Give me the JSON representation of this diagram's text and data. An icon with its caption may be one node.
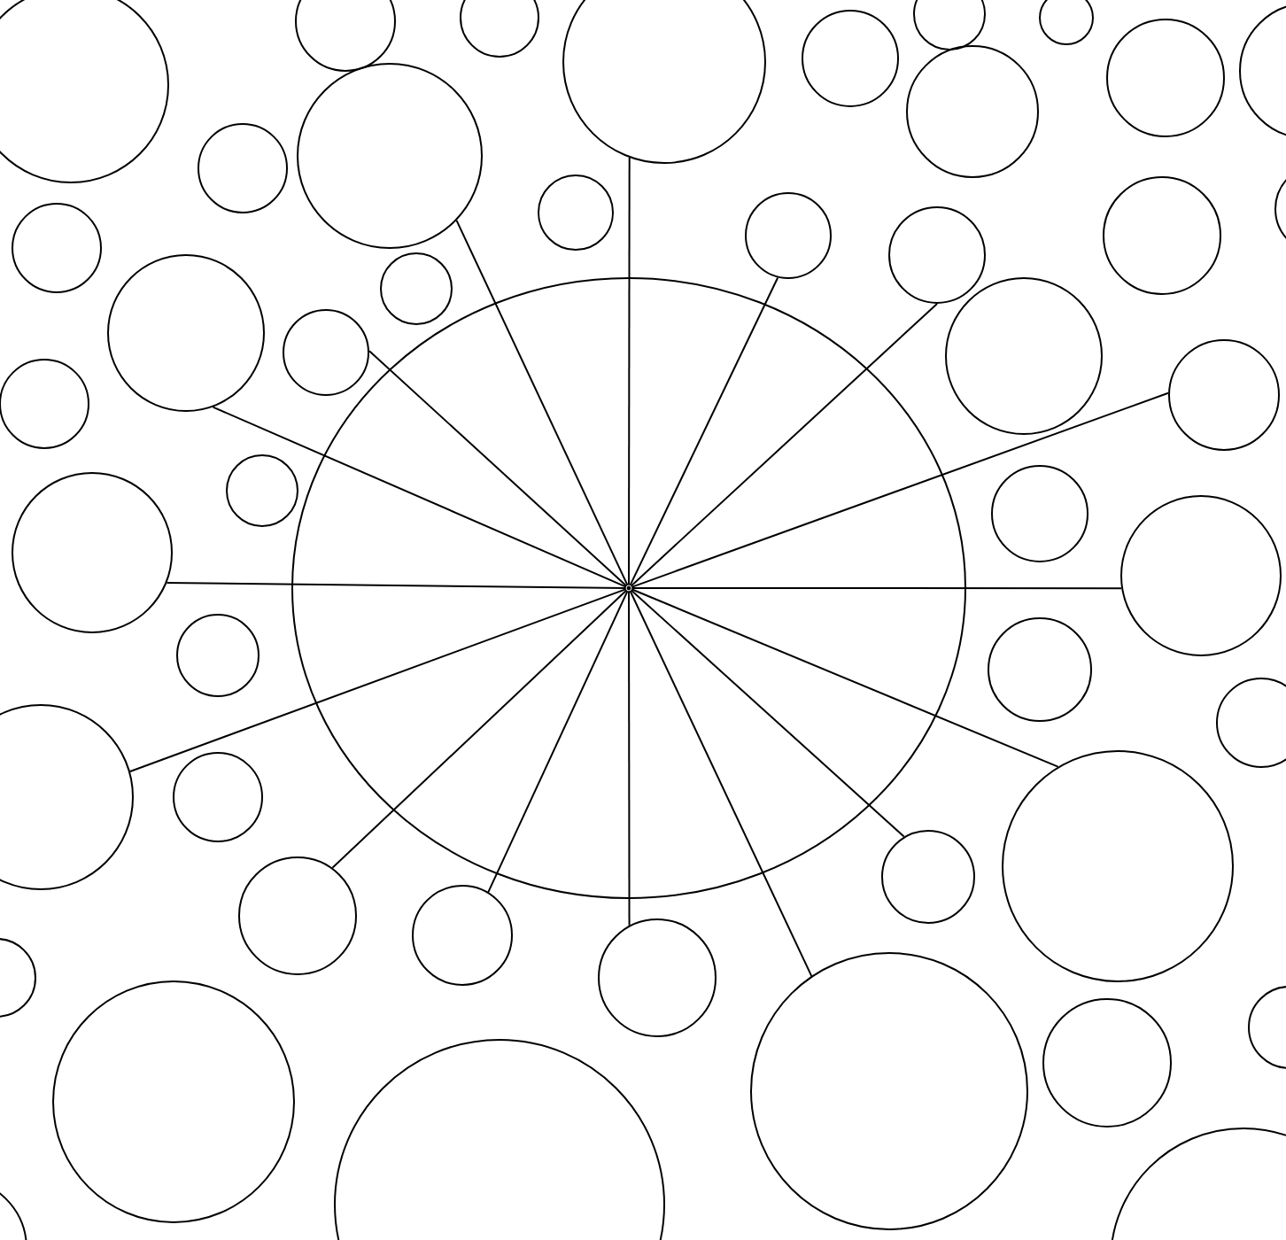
{
  "diagram": {
    "nodes": [
      {
        "text": [],
        "shape": "circle"
      },
      {
        "text": [],
        "shape": "circle"
      },
      {
        "text": [],
        "shape": "circle"
      },
      {
        "text": [],
        "shape": "circle"
      },
      {
        "text": [],
        "shape": "circle"
      },
      {
        "text": [],
        "shape": "circle"
      },
      {
        "text": [],
        "shape": "circle"
      },
      {
        "text": [],
        "shape": "circle"
      },
      {
        "text": [],
        "shape": "circle"
      },
      {
        "text": [],
        "shape": "circle"
      },
      {
        "text": [],
        "shape": "circle"
      },
      {
        "text": [],
        "shape": "circle"
      },
      {
        "text": [],
        "shape": "circle"
      },
      {
        "text": [],
        "shape": "circle"
      },
      {
        "text": [],
        "shape": "circle"
      },
      {
        "text": [],
        "shape": "circle"
      },
      {
        "text": [],
        "shape": "circle"
      },
      {
        "text": [],
        "shape": "circle"
      },
      {
        "text": [],
        "shape": "circle"
      },
      {
        "text": [],
        "shape": "circle"
      },
      {
        "text": [],
        "shape": "circle"
      },
      {
        "text": [],
        "shape": "circle"
      },
      {
        "text": [],
        "shape": "circle"
      },
      {
        "text": [],
        "shape": "circle"
      },
      {
        "text": [],
        "shape": "circle"
      },
      {
        "text": [],
        "shape": "circle"
      },
      {
        "text": [],
        "shape": "circle"
      },
      {
        "text": [],
        "shape": "circle"
      },
      {
        "text": [],
        "shape": "circle"
      },
      {
        "text": [],
        "shape": "point",
        "in": 28
      },
      {
        "text": [],
        "shape": "circle"
      },
      {
        "text": [],
        "shape": "circle"
      },
      {
        "text": [],
        "shape": "circle"
      },
      {
        "text": [],
        "shape": "circle"
      },
      {
        "text": [],
        "shape": "circle"
      },
      {
        "text": [],
        "shape": "circle"
      },
      {
        "text": [],
        "shape": "circle"
      },
      {
        "text": [],
        "shape": "circle"
      },
      {
        "text": [],
        "shape": "circle"
      },
      {
        "text": [],
        "shape": "circle"
      },
      {
        "text": [],
        "shape": "circle"
      },
      {
        "text": [],
        "shape": "circle"
      },
      {
        "text": [],
        "shape": "circle"
      },
      {
        "text": [],
        "shape": "circle"
      },
      {
        "text": [],
        "shape": "circle"
      },
      {
        "text": [],
        "shape": "circle"
      },
      {
        "text": [],
        "shape": "circle"
      },
      {
        "text": [],
        "shape": "circle"
      }
    ],
    "edges": [
      {
        "from": 29,
        "to": 5,
        "arrow": "none"
      },
      {
        "from": 29,
        "to": 10,
        "arrow": "none"
      },
      {
        "from": 29,
        "to": 14,
        "arrow": "none"
      },
      {
        "from": 29,
        "to": 17,
        "arrow": "none"
      },
      {
        "from": 29,
        "to": 19,
        "arrow": "none"
      },
      {
        "from": 29,
        "to": 20,
        "arrow": "none"
      },
      {
        "from": 29,
        "to": 22,
        "arrow": "none"
      },
      {
        "from": 29,
        "to": 26,
        "arrow": "none"
      },
      {
        "from": 29,
        "to": 27,
        "arrow": "none"
      },
      {
        "from": 29,
        "to": 33,
        "arrow": "none"
      },
      {
        "from": 29,
        "to": 35,
        "arrow": "none"
      },
      {
        "from": 29,
        "to": 36,
        "arrow": "none"
      },
      {
        "from": 29,
        "to": 37,
        "arrow": "none"
      },
      {
        "from": 29,
        "to": 38,
        "arrow": "none"
      },
      {
        "from": 29,
        "to": 40,
        "arrow": "none"
      },
      {
        "from": 29,
        "to": 43,
        "arrow": "none"
      }
    ]
  }
}
